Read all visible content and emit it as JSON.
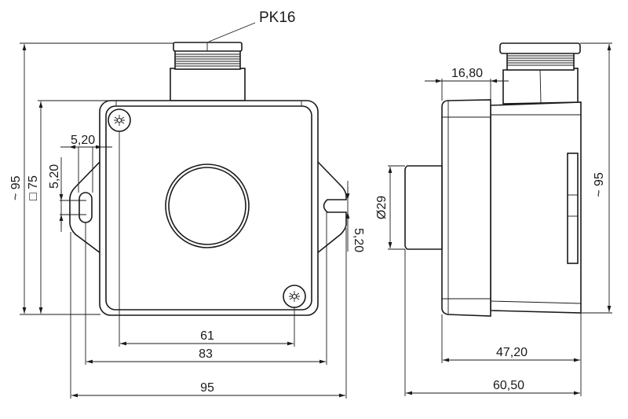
{
  "title": "Push-button enclosure dimension drawing",
  "labels": {
    "cable_gland": "PK16"
  },
  "front_view": {
    "overall_height": "~ 95",
    "box_size": "□ 75",
    "slot_width": "5,20",
    "slot_height_left": "5,20",
    "slot_height_right": "5,20",
    "screw_spacing": "61",
    "mounting_hole_spacing": "83",
    "overall_width": "95"
  },
  "side_view": {
    "gland_offset": "16,80",
    "button_diameter": "Ø29",
    "overall_height": "~ 95",
    "body_depth": "47,20",
    "overall_depth": "60,50"
  }
}
